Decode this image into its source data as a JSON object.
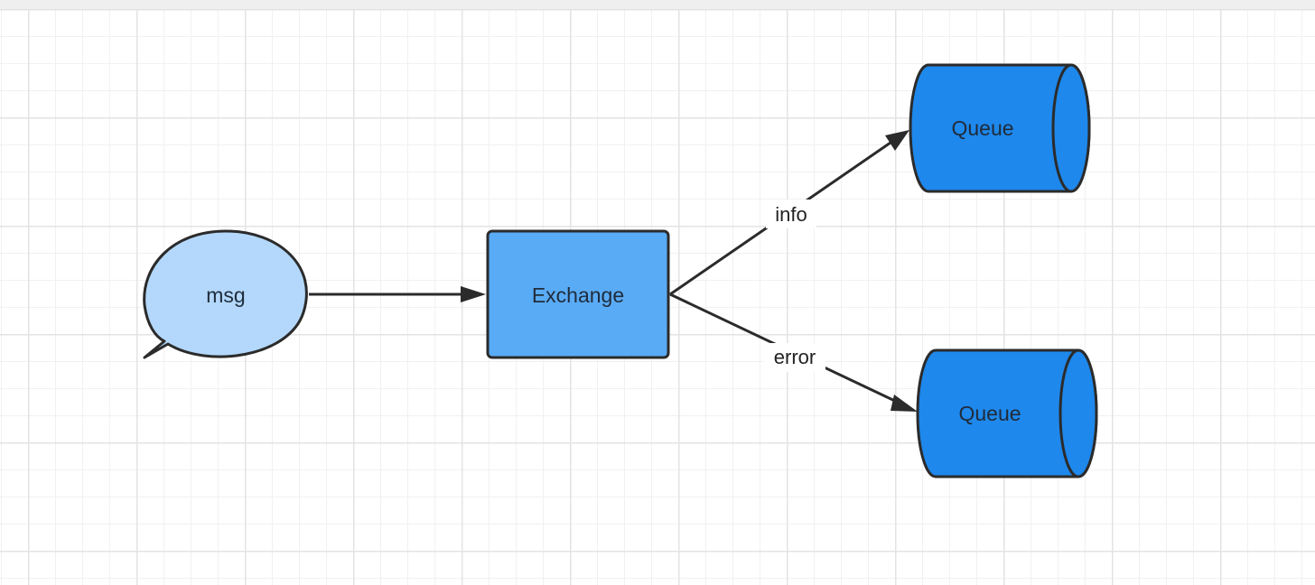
{
  "nodes": {
    "msg": {
      "label": "msg",
      "color": "#b3d8fb"
    },
    "exchange": {
      "label": "Exchange",
      "color": "#5aabf5"
    },
    "queue_info": {
      "label": "Queue",
      "color": "#1e88ec"
    },
    "queue_error": {
      "label": "Queue",
      "color": "#1e88ec"
    }
  },
  "edges": {
    "info": {
      "label": "info",
      "from": "exchange",
      "to": "queue_info"
    },
    "error": {
      "label": "error",
      "from": "exchange",
      "to": "queue_error"
    },
    "publish": {
      "from": "msg",
      "to": "exchange"
    }
  },
  "colors": {
    "stroke": "#2b2b2b",
    "grid_major": "#e3e3e3",
    "grid_minor": "#f1f1f1"
  }
}
